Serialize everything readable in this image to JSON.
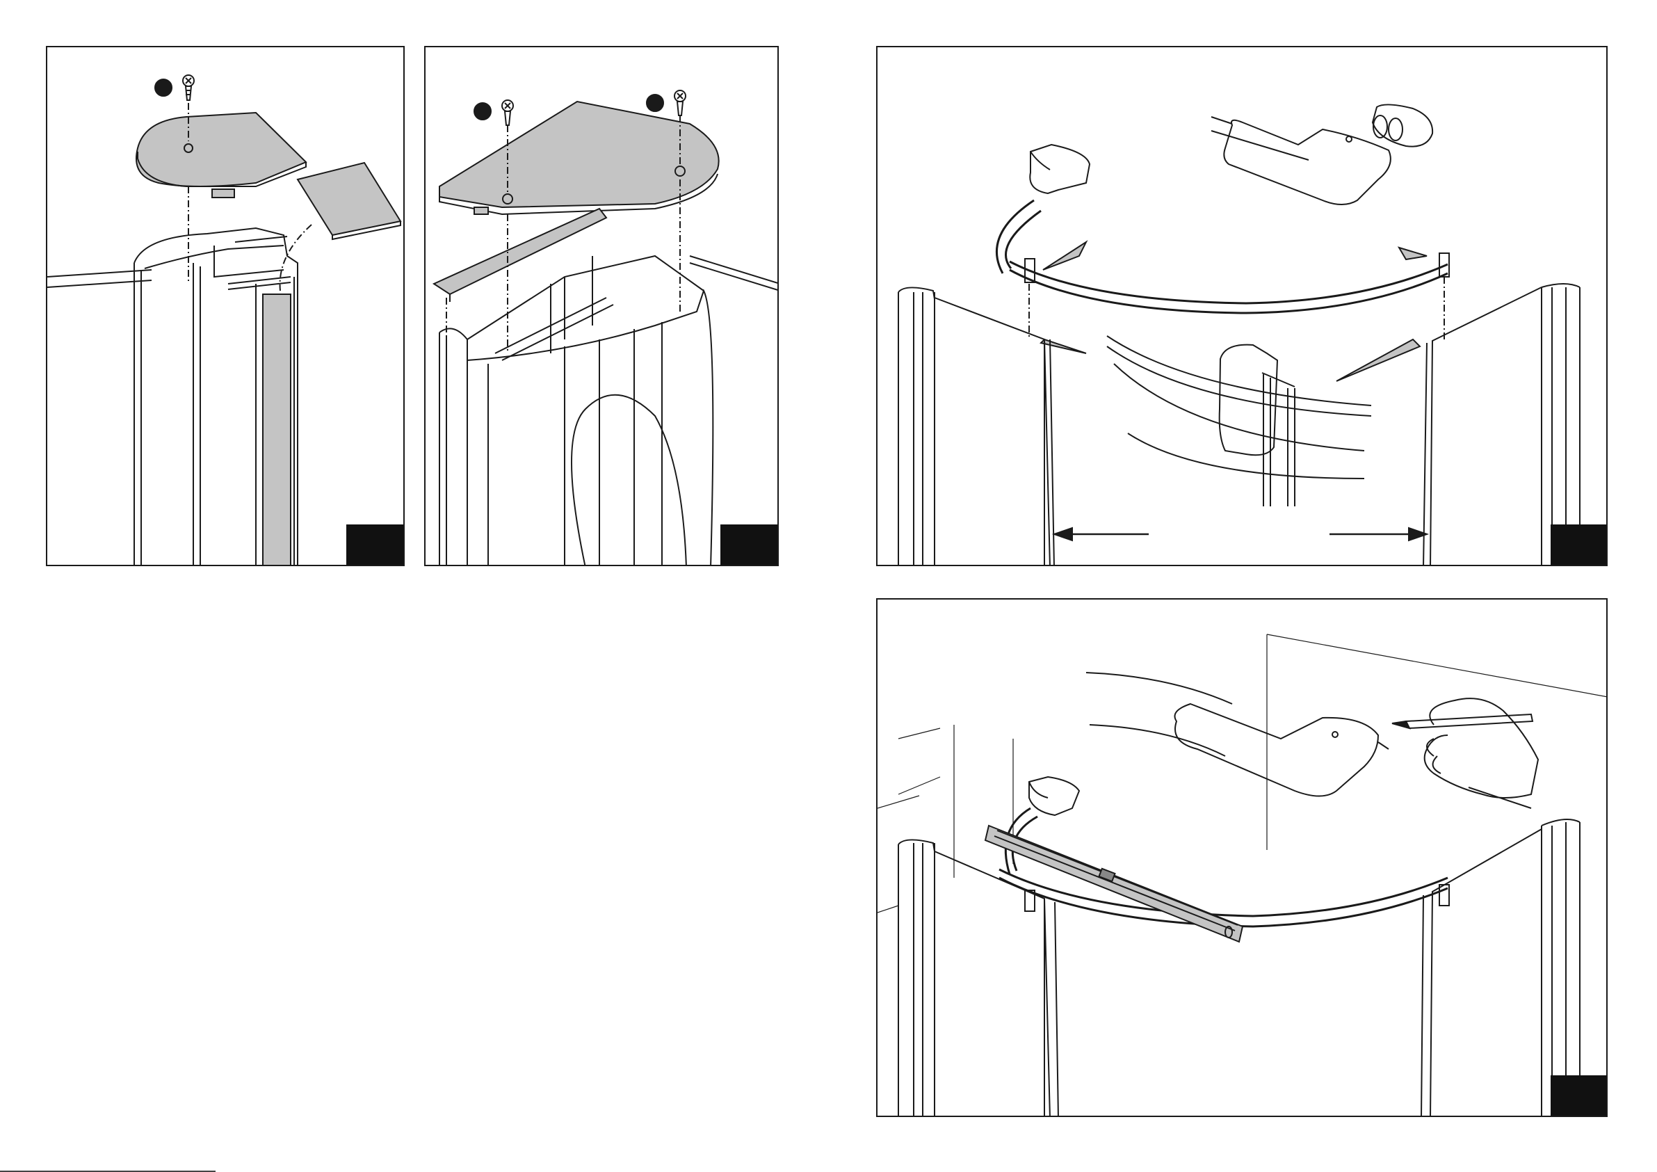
{
  "panels": [
    {
      "id": "p1",
      "step_label": ""
    },
    {
      "id": "p2",
      "step_label": ""
    },
    {
      "id": "p3",
      "step_label": ""
    },
    {
      "id": "p4",
      "step_label": ""
    }
  ],
  "colors": {
    "line": "#1a1a1a",
    "part_fill": "#c4c4c4",
    "step_box": "#111111",
    "paper": "#ffffff"
  },
  "icons": [
    "screw-icon",
    "step-marker-dot",
    "seal-strip",
    "shelf-cap",
    "corner-bracket",
    "rubber-bumper",
    "spirit-level",
    "pencil-hand"
  ],
  "footer": {
    "text": ""
  }
}
